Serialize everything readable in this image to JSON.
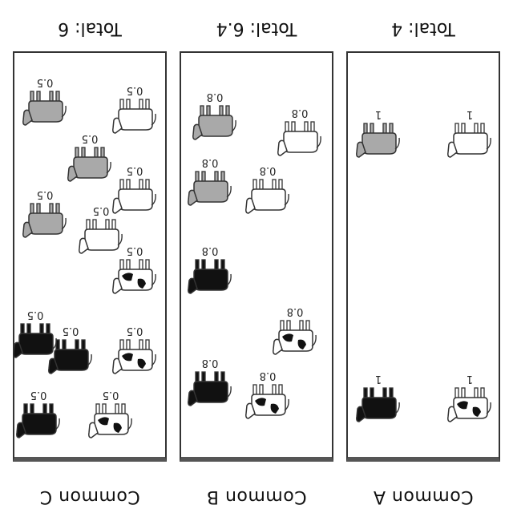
{
  "panels": [
    {
      "name": "Common A",
      "total": "Total: 4",
      "cows": [
        {
          "color": "white",
          "label": "1"
        },
        {
          "color": "gray",
          "label": "1"
        },
        {
          "color": "spotted",
          "label": "1"
        },
        {
          "color": "black",
          "label": "1"
        }
      ]
    },
    {
      "name": "Common B",
      "total": "Total: 6.4",
      "cows": [
        {
          "color": "white",
          "label": "0.8"
        },
        {
          "color": "gray",
          "label": "0.8"
        },
        {
          "color": "white",
          "label": "0.8"
        },
        {
          "color": "gray",
          "label": "0.8"
        },
        {
          "color": "black",
          "label": "0.8"
        },
        {
          "color": "spotted",
          "label": "0.8"
        },
        {
          "color": "spotted",
          "label": "0.8"
        },
        {
          "color": "black",
          "label": "0.8"
        }
      ]
    },
    {
      "name": "Common C",
      "total": "Total: 6",
      "cows": [
        {
          "color": "white",
          "label": "0.5"
        },
        {
          "color": "gray",
          "label": "0.5"
        },
        {
          "color": "gray",
          "label": "0.5"
        },
        {
          "color": "white",
          "label": "0.5"
        },
        {
          "color": "white",
          "label": "0.5"
        },
        {
          "color": "gray",
          "label": "0.5"
        },
        {
          "color": "spotted",
          "label": "0.5"
        },
        {
          "color": "spotted",
          "label": "0.5"
        },
        {
          "color": "black",
          "label": "0.5"
        },
        {
          "color": "black",
          "label": "0.5"
        },
        {
          "color": "spotted",
          "label": "0.5"
        },
        {
          "color": "black",
          "label": "0.5"
        }
      ]
    }
  ],
  "colors": {
    "white": "#ffffff",
    "gray": "#a9a9a9",
    "black": "#111111",
    "spotted": "#ffffff",
    "outline": "#333333"
  }
}
